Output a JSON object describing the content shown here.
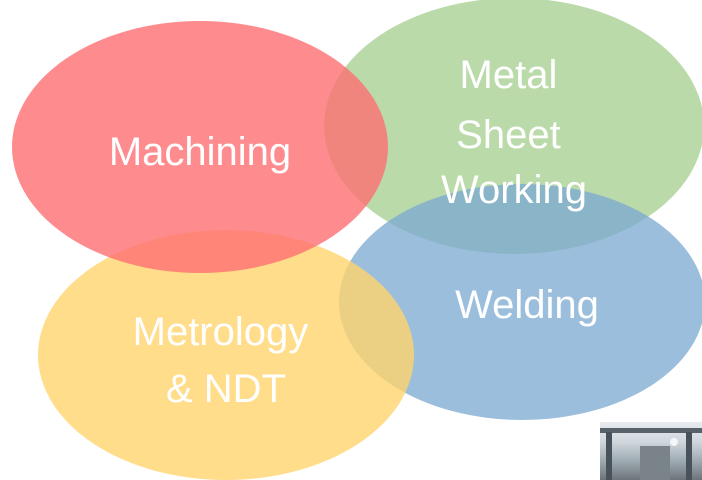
{
  "diagram": {
    "circles": [
      {
        "id": "machining",
        "lines": [
          "Machining"
        ],
        "color": "#fe6f73"
      },
      {
        "id": "metal-sheet-working",
        "lines": [
          "Metal",
          "Sheet",
          "Working"
        ],
        "color": "#a4cd8d"
      },
      {
        "id": "welding",
        "lines": [
          "Welding"
        ],
        "color": "#7aa8d1"
      },
      {
        "id": "metrology-ndt",
        "lines": [
          "Metrology",
          "& NDT"
        ],
        "color": "#ffd46d"
      }
    ]
  },
  "photo": {
    "description_icon": "factory-photo"
  }
}
